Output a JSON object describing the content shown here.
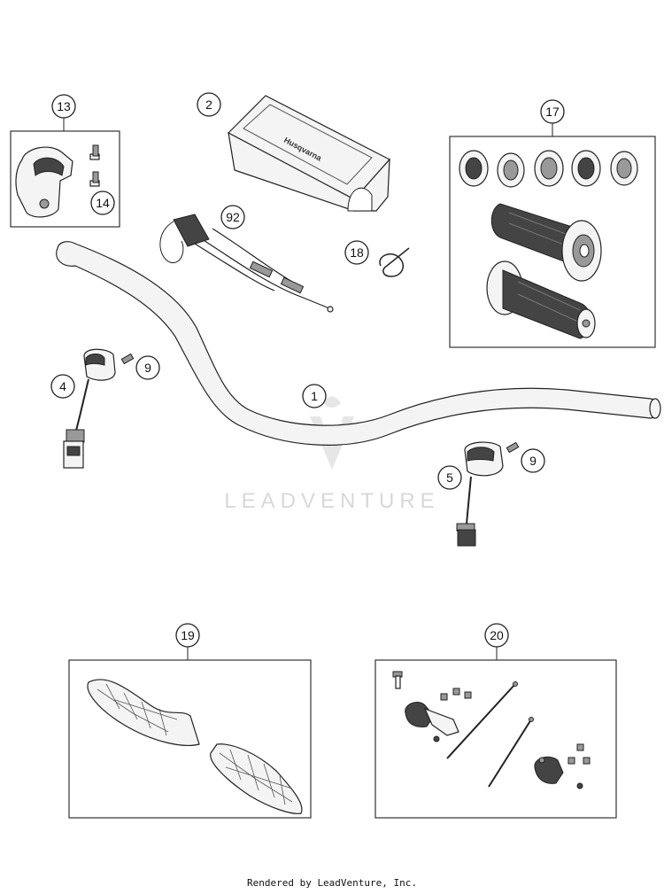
{
  "callouts": {
    "c1": "1",
    "c2": "2",
    "c4": "4",
    "c5": "5",
    "c9a": "9",
    "c9b": "9",
    "c13": "13",
    "c14": "14",
    "c17": "17",
    "c18": "18",
    "c19": "19",
    "c20": "20",
    "c92": "92"
  },
  "pad_brand": "Husqvarna",
  "watermark": "LEADVENTURE",
  "footer": "Rendered by LeadVenture, Inc."
}
